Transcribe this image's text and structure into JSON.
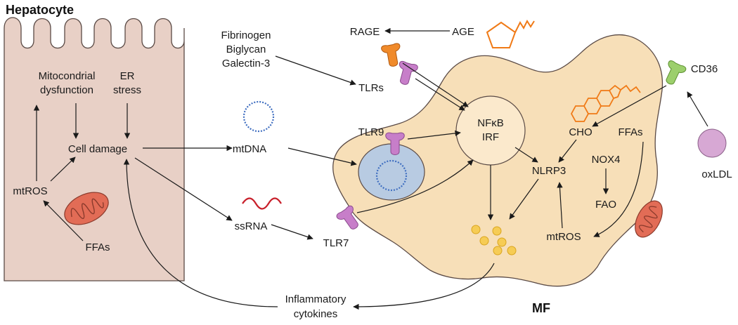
{
  "titles": {
    "hepatocyte": "Hepatocyte",
    "macrophage": "MF"
  },
  "hepatocyte": {
    "mito_dysfunction_1": "Mitocondrial",
    "mito_dysfunction_2": "dysfunction",
    "er_stress_1": "ER",
    "er_stress_2": "stress",
    "cell_damage": "Cell damage",
    "mtros": "mtROS",
    "ffas": "FFAs"
  },
  "extracellular": {
    "rage": "RAGE",
    "age": "AGE",
    "fibrinogen": "Fibrinogen",
    "biglycan": "Biglycan",
    "galectin3": "Galectin-3",
    "mtdna": "mtDNA",
    "ssrna": "ssRNA",
    "cytokines_1": "Inflammatory",
    "cytokines_2": "cytokines",
    "oxldl": "oxLDL",
    "cd36": "CD36"
  },
  "macrophage": {
    "tlrs": "TLRs",
    "tlr9": "TLR9",
    "tlr7": "TLR7",
    "nfkb": "NFκB",
    "irf": "IRF",
    "nlrp3": "NLRP3",
    "cho": "CHO",
    "ffas": "FFAs",
    "nox4": "NOX4",
    "fao": "FAO",
    "mtros": "mtROS"
  },
  "colors": {
    "hepatocyte_fill": "#e8d0c6",
    "macrophage_fill": "#f7dfb8",
    "nucleus_fill": "#fbe9cc",
    "endosome_fill": "#b8cbe2",
    "receptor_purple": "#c77ec9",
    "receptor_orange": "#f08a2a",
    "receptor_green": "#9ccf6c",
    "oxldl_fill": "#d7a8d4",
    "mito_fill": "#e26c56",
    "granule_fill": "#f6cc55",
    "ssrna_color": "#c8202b",
    "dna_color": "#3f6ec0",
    "age_color": "#f07a16"
  }
}
